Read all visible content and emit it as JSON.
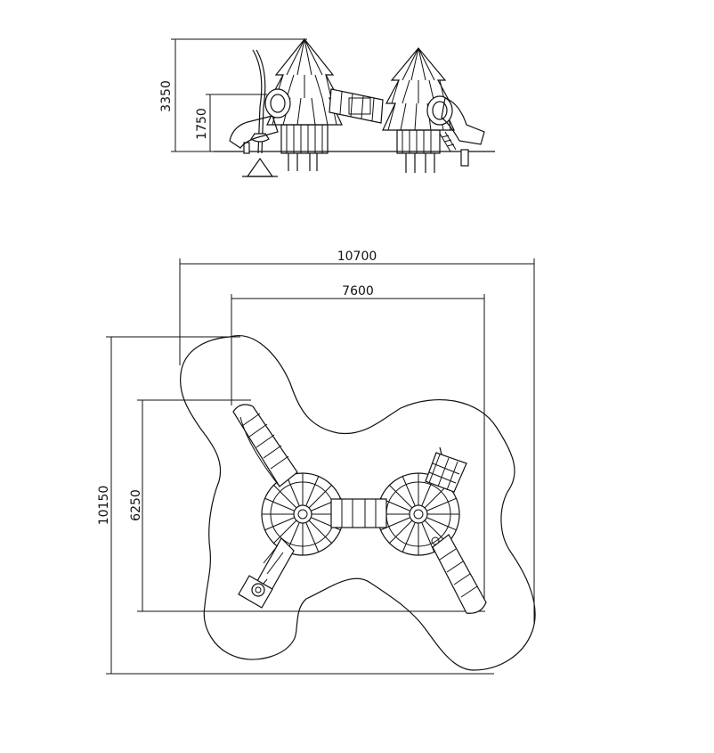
{
  "dimensions": {
    "elevation_total_height": "3350",
    "elevation_platform_height": "1750",
    "plan_overall_width": "10700",
    "plan_equipment_width": "7600",
    "plan_overall_depth": "10150",
    "plan_equipment_depth": "6250"
  },
  "colors": {
    "line": "#111111",
    "background": "#ffffff"
  }
}
